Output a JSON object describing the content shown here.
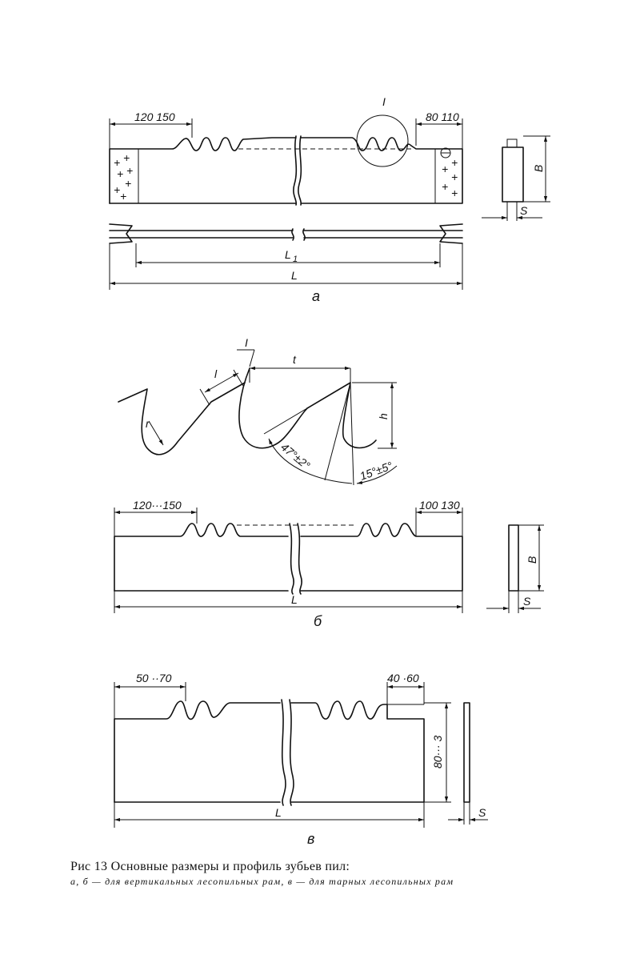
{
  "figure_a": {
    "dim_left": "120 150",
    "dim_right": "80 110",
    "detail_marker": "I",
    "dim_L1": "L",
    "dim_L1_sub": "1",
    "dim_L": "L",
    "dim_B": "B",
    "dim_S": "S",
    "label": "а"
  },
  "tooth_profile": {
    "detail_marker": "I",
    "dim_t": "t",
    "dim_l": "l",
    "dim_r": "r",
    "dim_h": "h",
    "angle_1": "47°±2°",
    "angle_2": "15°±5°"
  },
  "figure_b": {
    "dim_left": "120···150",
    "dim_right": "100 130",
    "dim_L": "L",
    "dim_B": "B",
    "dim_S": "S",
    "label": "б"
  },
  "figure_v": {
    "dim_left": "50 ··70",
    "dim_right": "40 ·60",
    "dim_height": "80··· 3",
    "dim_L": "L",
    "dim_S": "S",
    "label": "в"
  },
  "caption": {
    "title": "Рис 13 Основные размеры и профиль зубьев пил:",
    "subtitle": "а, б — для вертикальных лесопильных рам, в — для тарных лесопильных рам"
  }
}
